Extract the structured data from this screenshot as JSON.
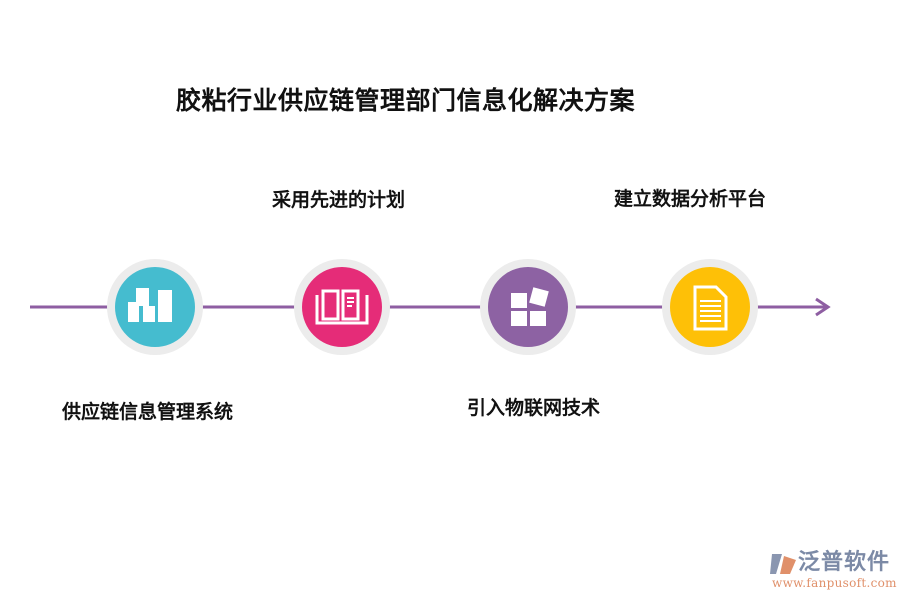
{
  "title": "胶粘行业供应链管理部门信息化解决方案",
  "steps": [
    {
      "label": "供应链信息管理系统",
      "icon": "buildings-icon",
      "color": "#45bccf"
    },
    {
      "label": "采用先进的计划",
      "icon": "open-book-icon",
      "color": "#e52c78"
    },
    {
      "label": "引入物联网技术",
      "icon": "puzzle-icon",
      "color": "#8d62a3"
    },
    {
      "label": "建立数据分析平台",
      "icon": "document-icon",
      "color": "#fec007"
    }
  ],
  "timeline_color": "#8e5ea2",
  "ring_color": "#ececec",
  "logo": {
    "name": "泛普软件",
    "url": "www.fanpusoft.com"
  }
}
